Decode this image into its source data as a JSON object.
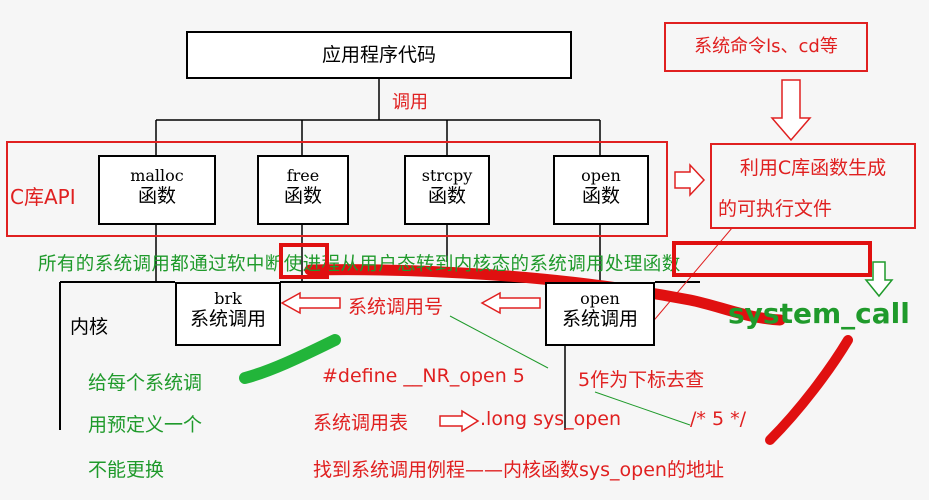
{
  "top_box": "应用程序代码",
  "call_label": "调用",
  "cmd_box": "系统命令ls、cd等",
  "c_api_label": "C库API",
  "functions": [
    {
      "name": "malloc",
      "kind": "函数"
    },
    {
      "name": "free",
      "kind": "函数"
    },
    {
      "name": "strcpy",
      "kind": "函数"
    },
    {
      "name": "open",
      "kind": "函数"
    }
  ],
  "exec_box": {
    "line1": "利用C库函数生成",
    "line2": "的可执行文件"
  },
  "banner": "所有的系统调用都通过软中断使进程从用户态转到内核态的系统调用处理函数",
  "kernel_label": "内核",
  "brk_box": {
    "name": "brk",
    "kind": "系统调用"
  },
  "open_box": {
    "name": "open",
    "kind": "系统调用"
  },
  "syscall_number": "系统调用号",
  "system_call": "system_call",
  "note_lines": [
    "给每个系统调",
    "用预定义一个",
    "不能更换"
  ],
  "define_line": "#define __NR_open 5",
  "index_note": "5作为下标去查",
  "table_label": "系统调用表",
  "long_line": ".long sys_open",
  "comment": "/* 5 */",
  "find_line": "找到系统调用例程——内核函数sys_open的地址",
  "colors": {
    "red": "#e02020",
    "green": "#1f9a2b",
    "black": "#000000"
  },
  "icons": [
    "hollow-arrow-right-icon",
    "hollow-arrow-down-icon",
    "hollow-arrow-left-icon"
  ]
}
